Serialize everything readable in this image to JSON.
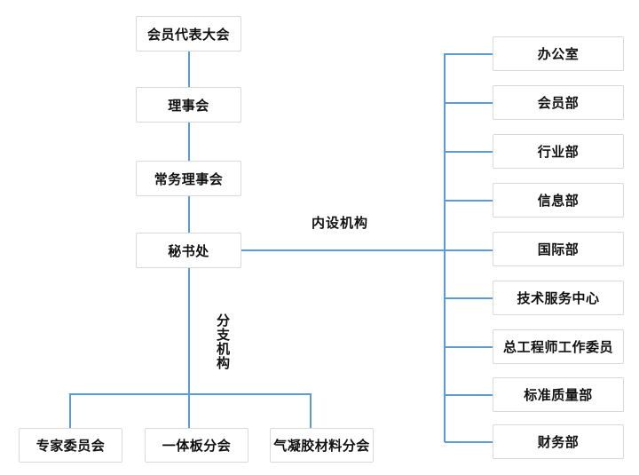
{
  "colors": {
    "line": "#5B9BD5",
    "box_border": "#D9D9D9",
    "text": "#111111",
    "background": "#FFFFFF"
  },
  "diagram": {
    "main_chain": [
      "会员代表大会",
      "理事会",
      "常务理事会",
      "秘书处"
    ],
    "labels": {
      "internal": "内设机构",
      "branch": "分支机构"
    },
    "internal_departments": [
      "办公室",
      "会员部",
      "行业部",
      "信息部",
      "国际部",
      "技术服务中心",
      "总工程师工作委员",
      "标准质量部",
      "财务部"
    ],
    "branch_organizations": [
      "专家委员会",
      "一体板分会",
      "气凝胶材料分会"
    ]
  }
}
